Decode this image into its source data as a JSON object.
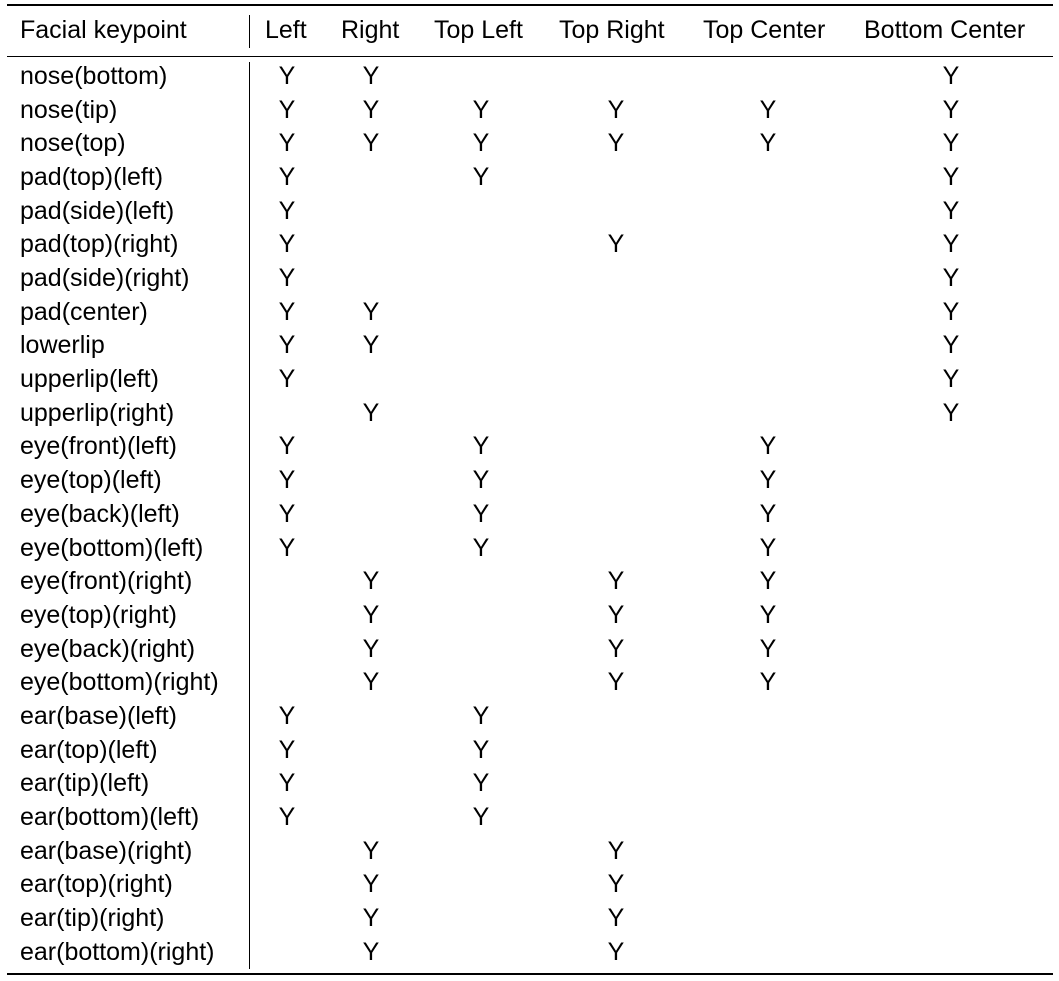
{
  "table": {
    "headers": [
      "Facial keypoint",
      "Left",
      "Right",
      "Top Left",
      "Top Right",
      "Top Center",
      "Bottom Center"
    ],
    "rows": [
      {
        "keypoint": "nose(bottom)",
        "marks": [
          "Y",
          "Y",
          "",
          "",
          "",
          "Y"
        ]
      },
      {
        "keypoint": "nose(tip)",
        "marks": [
          "Y",
          "Y",
          "Y",
          "Y",
          "Y",
          "Y"
        ]
      },
      {
        "keypoint": "nose(top)",
        "marks": [
          "Y",
          "Y",
          "Y",
          "Y",
          "Y",
          "Y"
        ]
      },
      {
        "keypoint": "pad(top)(left)",
        "marks": [
          "Y",
          "",
          "Y",
          "",
          "",
          "Y"
        ]
      },
      {
        "keypoint": "pad(side)(left)",
        "marks": [
          "Y",
          "",
          "",
          "",
          "",
          "Y"
        ]
      },
      {
        "keypoint": "pad(top)(right)",
        "marks": [
          "Y",
          "",
          "",
          "Y",
          "",
          "Y"
        ]
      },
      {
        "keypoint": "pad(side)(right)",
        "marks": [
          "Y",
          "",
          "",
          "",
          "",
          "Y"
        ]
      },
      {
        "keypoint": "pad(center)",
        "marks": [
          "Y",
          "Y",
          "",
          "",
          "",
          "Y"
        ]
      },
      {
        "keypoint": "lowerlip",
        "marks": [
          "Y",
          "Y",
          "",
          "",
          "",
          "Y"
        ]
      },
      {
        "keypoint": "upperlip(left)",
        "marks": [
          "Y",
          "",
          "",
          "",
          "",
          "Y"
        ]
      },
      {
        "keypoint": "upperlip(right)",
        "marks": [
          "",
          "Y",
          "",
          "",
          "",
          "Y"
        ]
      },
      {
        "keypoint": "eye(front)(left)",
        "marks": [
          "Y",
          "",
          "Y",
          "",
          "Y",
          ""
        ]
      },
      {
        "keypoint": "eye(top)(left)",
        "marks": [
          "Y",
          "",
          "Y",
          "",
          "Y",
          ""
        ]
      },
      {
        "keypoint": "eye(back)(left)",
        "marks": [
          "Y",
          "",
          "Y",
          "",
          "Y",
          ""
        ]
      },
      {
        "keypoint": "eye(bottom)(left)",
        "marks": [
          "Y",
          "",
          "Y",
          "",
          "Y",
          ""
        ]
      },
      {
        "keypoint": "eye(front)(right)",
        "marks": [
          "",
          "Y",
          "",
          "Y",
          "Y",
          ""
        ]
      },
      {
        "keypoint": "eye(top)(right)",
        "marks": [
          "",
          "Y",
          "",
          "Y",
          "Y",
          ""
        ]
      },
      {
        "keypoint": "eye(back)(right)",
        "marks": [
          "",
          "Y",
          "",
          "Y",
          "Y",
          ""
        ]
      },
      {
        "keypoint": "eye(bottom)(right)",
        "marks": [
          "",
          "Y",
          "",
          "Y",
          "Y",
          ""
        ]
      },
      {
        "keypoint": "ear(base)(left)",
        "marks": [
          "Y",
          "",
          "Y",
          "",
          "",
          ""
        ]
      },
      {
        "keypoint": "ear(top)(left)",
        "marks": [
          "Y",
          "",
          "Y",
          "",
          "",
          ""
        ]
      },
      {
        "keypoint": "ear(tip)(left)",
        "marks": [
          "Y",
          "",
          "Y",
          "",
          "",
          ""
        ]
      },
      {
        "keypoint": "ear(bottom)(left)",
        "marks": [
          "Y",
          "",
          "Y",
          "",
          "",
          ""
        ]
      },
      {
        "keypoint": "ear(base)(right)",
        "marks": [
          "",
          "Y",
          "",
          "Y",
          "",
          ""
        ]
      },
      {
        "keypoint": "ear(top)(right)",
        "marks": [
          "",
          "Y",
          "",
          "Y",
          "",
          ""
        ]
      },
      {
        "keypoint": "ear(tip)(right)",
        "marks": [
          "",
          "Y",
          "",
          "Y",
          "",
          ""
        ]
      },
      {
        "keypoint": "ear(bottom)(right)",
        "marks": [
          "",
          "Y",
          "",
          "Y",
          "",
          ""
        ]
      }
    ]
  }
}
